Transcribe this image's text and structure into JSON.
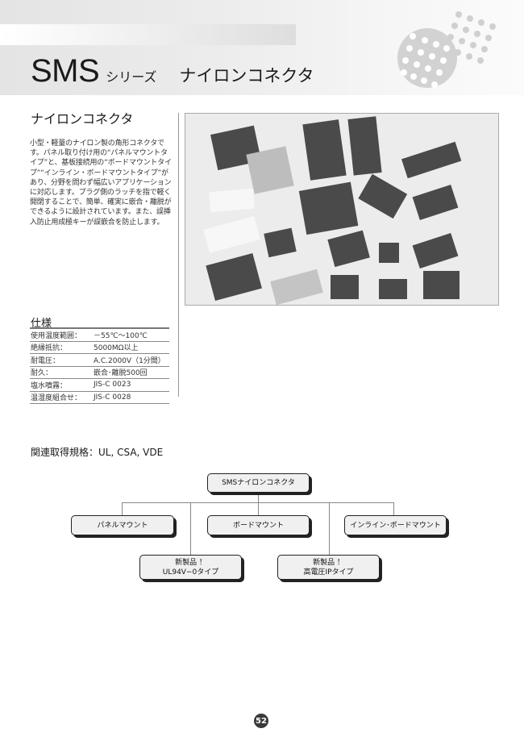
{
  "header": {
    "series_name": "SMS",
    "series_suffix": "シリーズ",
    "product_name": "ナイロンコネクタ"
  },
  "intro": {
    "heading": "ナイロンコネクタ",
    "description": "小型・軽量のナイロン製の角形コネクタです。パネル取り付け用の“パネルマウントタイプ”と、基板接続用の“ボードマウントタイプ”“インライン・ボードマウントタイプ”があり、分野を問わず幅広いアプリケーションに対応します。プラグ側のラッチを指で軽く開閉することで、簡単、確実に嵌合・離脱ができるように設計されています。また、誤挿入防止用成極キーが誤嵌合を防止します。"
  },
  "photo": {
    "description": "product-photo-nylon-connectors"
  },
  "specs": {
    "heading": "仕様",
    "rows": [
      {
        "label": "使用温度範囲：",
        "value": "－55℃～100℃"
      },
      {
        "label": "絶縁抵抗：",
        "value": "5000MΩ以上"
      },
      {
        "label": "耐電圧：",
        "value": "A.C.2000V（1分間）"
      },
      {
        "label": "耐久：",
        "value": "嵌合･離脱500回"
      },
      {
        "label": "塩水噴霧：",
        "value": "JIS-C 0023"
      },
      {
        "label": "温湿度組合せ：",
        "value": "JIS-C 0028"
      }
    ]
  },
  "standards": {
    "text": "関連取得規格：UL, CSA, VDE"
  },
  "diagram": {
    "root": "SMSナイロンコネクタ",
    "children": [
      "パネルマウント",
      "ボードマウント",
      "インライン･ボードマウント"
    ],
    "new_products": [
      {
        "line1": "新製品 ！",
        "line2": "UL94V−0タイプ"
      },
      {
        "line1": "新製品 ！",
        "line2": "高電圧IPタイプ"
      }
    ]
  },
  "footer": {
    "page_number": "52"
  }
}
